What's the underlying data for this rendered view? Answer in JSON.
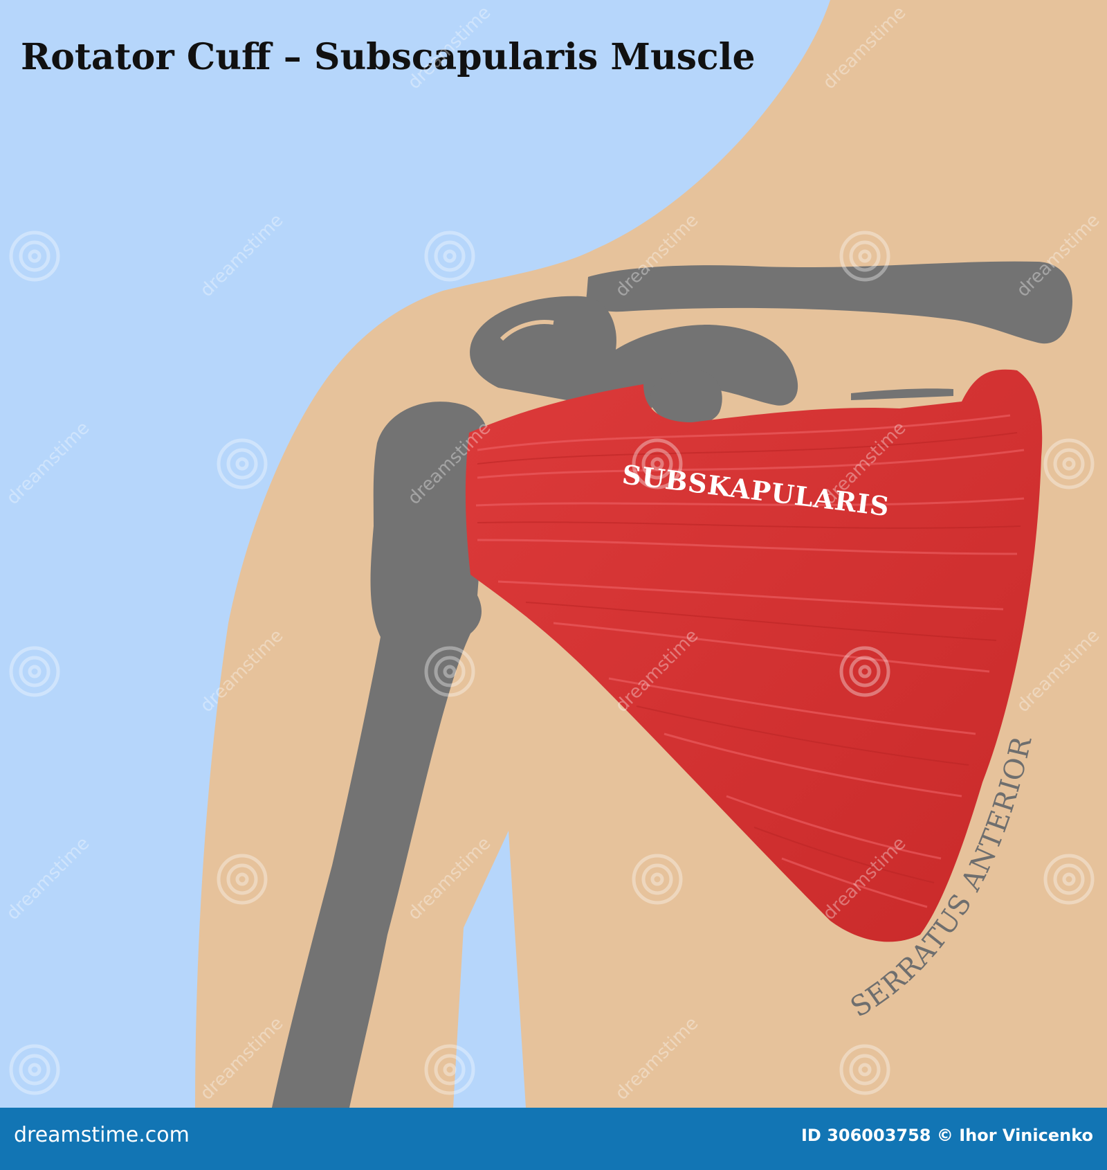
{
  "title": "Rotator Cuff – Subscapularis Muscle",
  "labels": {
    "subscapularis": "SUBSKAPULARIS",
    "serratus": "SERRATUS ANTERIOR"
  },
  "watermark": {
    "site": "dreamstime.com",
    "id": "ID 306003758",
    "author": "Ihor Vinicenko",
    "diagonal_text": "dreamstime"
  },
  "colors": {
    "background": "#b6d6fb",
    "skin": "#e6c29b",
    "bone": "#737373",
    "muscle": "#d23131",
    "footer": "#1275b4"
  },
  "icons": {
    "watermark_logo": "spiral-logo-icon"
  }
}
